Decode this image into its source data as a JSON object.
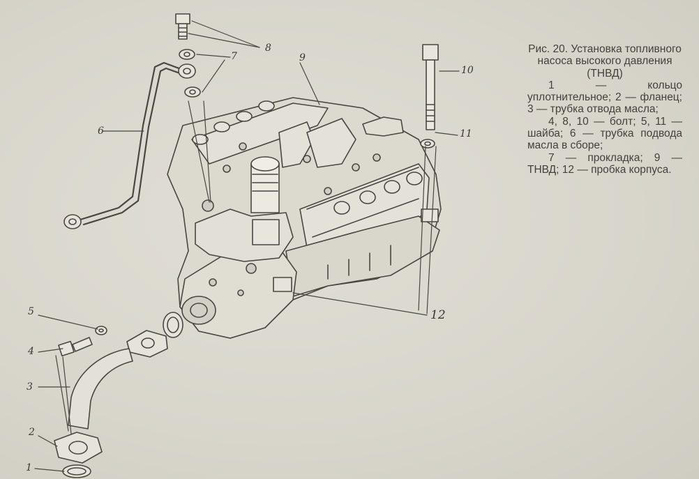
{
  "figure": {
    "caption_title": "Рис. 20. Установка топливного насоса высокого давления",
    "caption_abbrev": "(ТНВД)",
    "legend": [
      "1 — кольцо уплотнительное; 2 — фланец; 3 — трубка отвода масла;",
      "4, 8, 10 — болт; 5, 11 — шайба; 6 — трубка подвода масла в сборе;",
      "7 — прокладка; 9 — ТНВД; 12 — пробка корпуса."
    ],
    "callouts": {
      "c1": "1",
      "c2": "2",
      "c3": "3",
      "c4": "4",
      "c5": "5",
      "c6": "6",
      "c7": "7",
      "c8": "8",
      "c9": "9",
      "c10": "10",
      "c11": "11",
      "c12": "12"
    }
  }
}
